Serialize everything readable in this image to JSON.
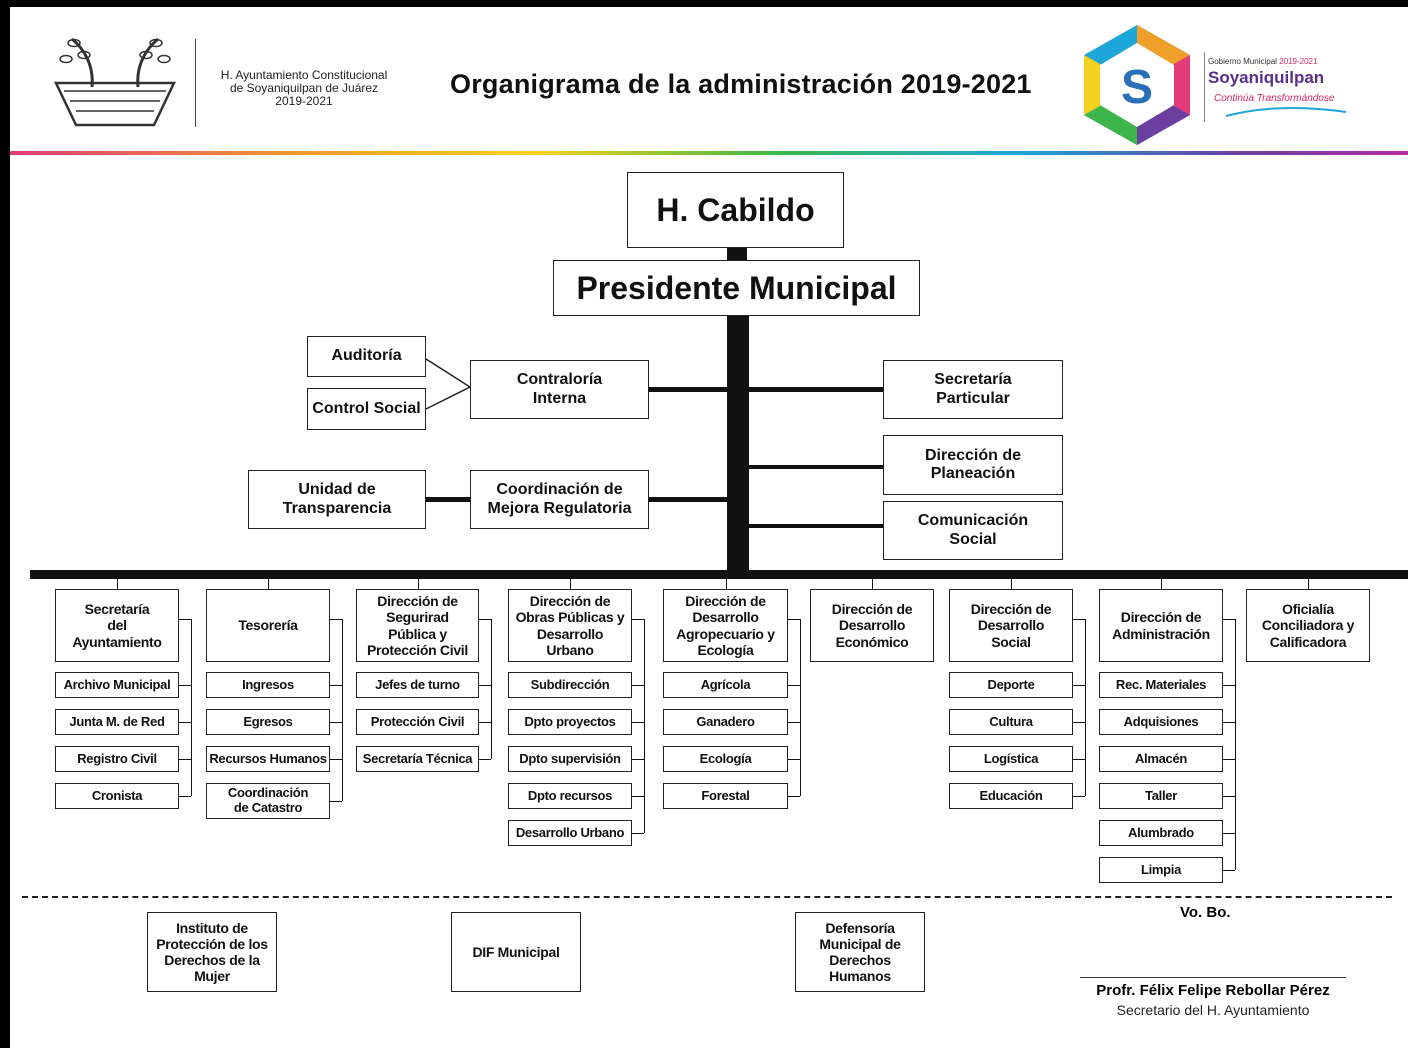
{
  "header": {
    "council_name": "H. Ayuntamiento Constitucional\nde Soyaniquilpan de Juárez\n2019-2021",
    "title": "Organigrama de la administración 2019-2021",
    "gov_label_prefix": "Gobierno Municipal ",
    "gov_label_years": "2019-2021",
    "gov_name": "Soyaniquilpan",
    "gov_slogan": "Continúa Transformándose",
    "logo_letter": "S"
  },
  "top": {
    "cabildo": "H. Cabildo",
    "presidente": "Presidente Municipal"
  },
  "staff": {
    "auditoria": "Auditoría",
    "control_social": "Control Social",
    "contraloria": "Contraloría\nInterna",
    "unidad_transparencia": "Unidad de\nTransparencia",
    "mejora_regulatoria": "Coordinación de\nMejora Regulatoria",
    "secretaria_particular": "Secretaría\nParticular",
    "planeacion": "Dirección de\nPlaneación",
    "comunicacion": "Comunicación\nSocial"
  },
  "departments": [
    {
      "name": "Secretaría\ndel\nAyuntamiento",
      "subs": [
        "Archivo Municipal",
        "Junta M. de Red",
        "Registro Civil",
        "Cronista"
      ]
    },
    {
      "name": "Tesorería",
      "subs": [
        "Ingresos",
        "Egresos",
        "Recursos Humanos",
        "Coordinación\nde Catastro"
      ]
    },
    {
      "name": "Dirección de\nSegurirad\nPública y\nProtección Civil",
      "subs": [
        "Jefes de turno",
        "Protección Civil",
        "Secretaría Técnica"
      ]
    },
    {
      "name": "Dirección de\nObras Públicas y\nDesarrollo\nUrbano",
      "subs": [
        "Subdirección",
        "Dpto proyectos",
        "Dpto supervisión",
        "Dpto recursos",
        "Desarrollo Urbano"
      ]
    },
    {
      "name": "Dirección de\nDesarrollo\nAgropecuario y\nEcología",
      "subs": [
        "Agrícola",
        "Ganadero",
        "Ecología",
        "Forestal"
      ]
    },
    {
      "name": "Dirección de\nDesarrollo\nEconómico",
      "subs": []
    },
    {
      "name": "Dirección de\nDesarrollo\nSocial",
      "subs": [
        "Deporte",
        "Cultura",
        "Logística",
        "Educación"
      ]
    },
    {
      "name": "Dirección de\nAdministración",
      "subs": [
        "Rec. Materiales",
        "Adquisiones",
        "Almacén",
        "Taller",
        "Alumbrado",
        "Limpia"
      ]
    },
    {
      "name": "Oficialía\nConciliadora y\nCalificadora",
      "subs": []
    }
  ],
  "decentralized": [
    "Instituto de\nProtección de los\nDerechos de la\nMujer",
    "DIF Municipal",
    "Defensoría\nMunicipal de\nDerechos\nHumanos"
  ],
  "signature": {
    "vobo": "Vo. Bo.",
    "name": "Profr. Félix Felipe Rebollar Pérez",
    "role": "Secretario del H. Ayuntamiento"
  }
}
